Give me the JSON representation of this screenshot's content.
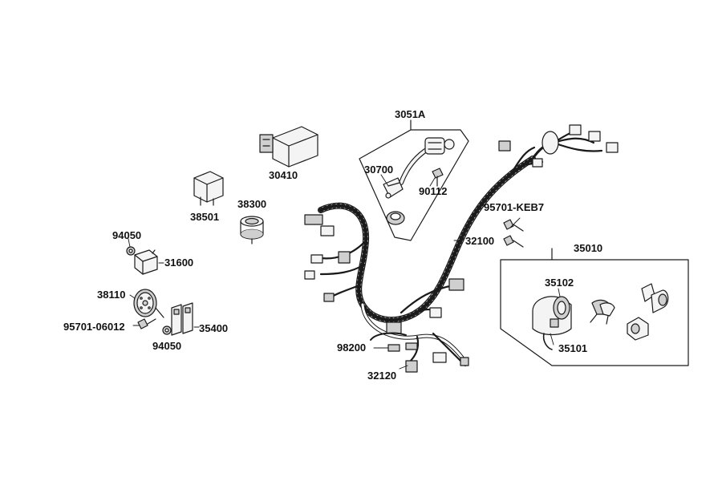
{
  "colors": {
    "ink": "#1a1a1a",
    "part_fill": "#f4f4f4",
    "part_shade": "#cfcfcf",
    "background": "#ffffff"
  },
  "parts": {
    "p3051a": "3051A",
    "p30410": "30410",
    "p30700": "30700",
    "p90112": "90112",
    "p38501": "38501",
    "p38300": "38300",
    "p95701keb7": "95701-KEB7",
    "p32100": "32100",
    "p94050a": "94050",
    "p31600": "31600",
    "p35010": "35010",
    "p38110": "38110",
    "p35102": "35102",
    "p9570106012": "95701-06012",
    "p35400": "35400",
    "p94050b": "94050",
    "p35101": "35101",
    "p98200": "98200",
    "p32120": "32120"
  }
}
